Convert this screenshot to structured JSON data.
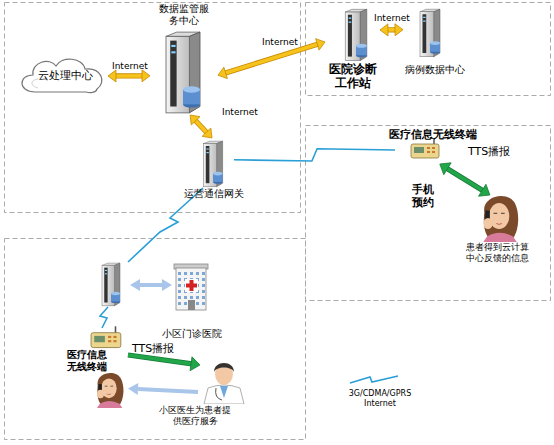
{
  "diagram": {
    "nodes": [
      {
        "text": [
          "云处理中心"
        ]
      },
      {
        "text": [
          "数据监管服 务中心"
        ]
      },
      {
        "text": [
          "医院诊断 工作站"
        ]
      },
      {
        "text": [
          "病例数据中心"
        ]
      },
      {
        "text": [
          "运营通信网关"
        ]
      },
      {
        "text": [
          "医疗信息无线终端"
        ]
      },
      {
        "text": [
          "患者得到云计算 中心反馈的信息"
        ]
      },
      {
        "text": [
          "小区门诊医院"
        ]
      },
      {
        "text": [
          "医疗信息 无线终端"
        ]
      },
      {
        "text": [
          "小区医生为患者提 供医疗服务"
        ]
      }
    ],
    "edges": [
      {
        "from": 0,
        "to": 1,
        "label": "Internet",
        "arrow": "both"
      },
      {
        "from": 1,
        "to": 2,
        "label": "Internet",
        "arrow": "both"
      },
      {
        "from": 2,
        "to": 3,
        "label": "Internet",
        "arrow": "both"
      },
      {
        "from": 1,
        "to": 4,
        "label": "Internet",
        "arrow": "both"
      },
      {
        "from": 4,
        "to": 5,
        "arrow": "none"
      },
      {
        "from": 5,
        "to": 6,
        "label": "TTS播报",
        "arrow": "both"
      },
      {
        "from": 8,
        "to": 9,
        "label": "TTS播报",
        "arrow": "to"
      }
    ],
    "labels": [
      "手机 预约"
    ],
    "legend": [
      {
        "text": "3G/CDMA/GPRS Internet"
      }
    ]
  }
}
